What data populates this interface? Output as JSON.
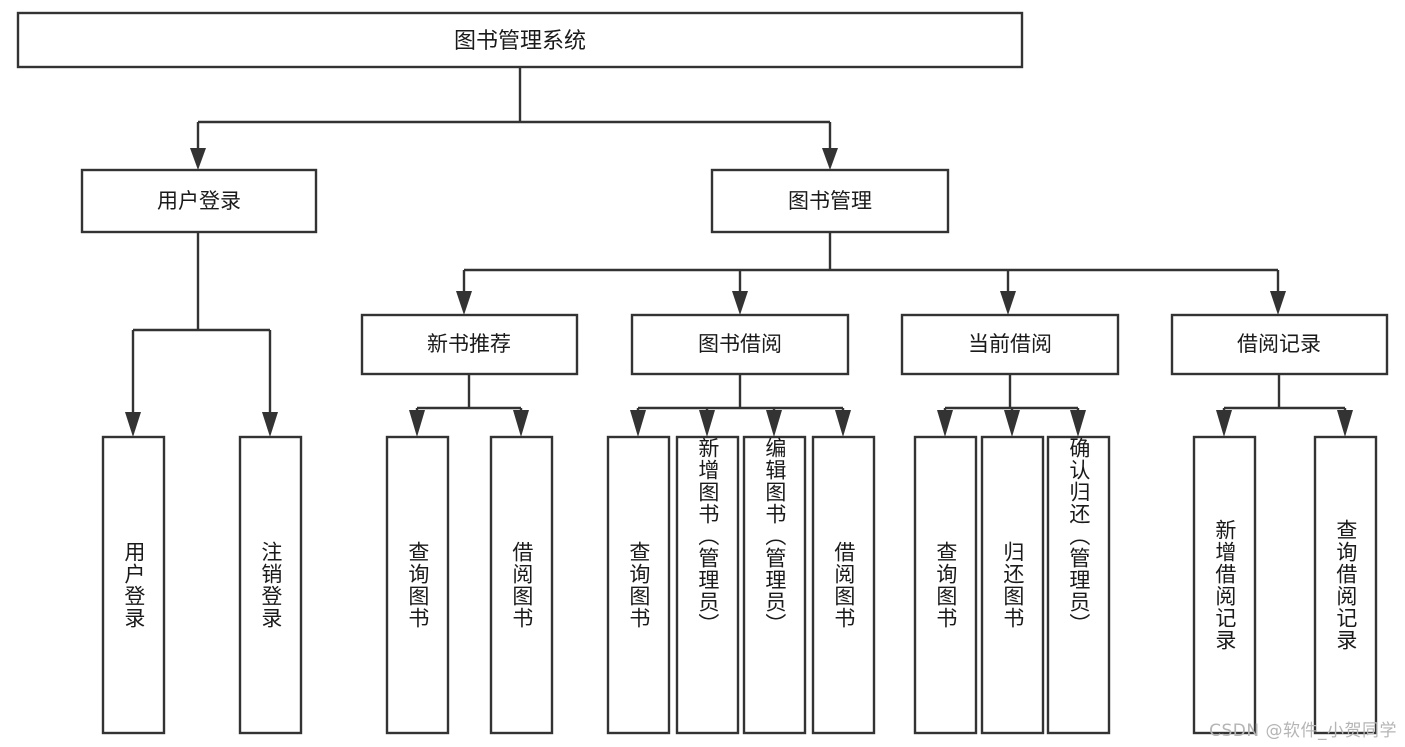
{
  "diagram": {
    "title": "图书管理系统",
    "type": "tree-hierarchy-chart",
    "background_color": "#ffffff",
    "line_color": "#333333",
    "text_color": "#1a1a1a"
  },
  "watermark": {
    "text": "CSDN @软件_小贺同学",
    "color": "#b5b5b5"
  },
  "nodes": {
    "root": {
      "label": "图书管理系统",
      "level": 0
    },
    "level1": [
      {
        "id": "user-login",
        "label": "用户登录"
      },
      {
        "id": "book-manage",
        "label": "图书管理"
      }
    ],
    "level2": [
      {
        "id": "new-book-recommend",
        "label": "新书推荐",
        "parent": "book-manage"
      },
      {
        "id": "book-borrow",
        "label": "图书借阅",
        "parent": "book-manage"
      },
      {
        "id": "current-borrow",
        "label": "当前借阅",
        "parent": "book-manage"
      },
      {
        "id": "borrow-record",
        "label": "借阅记录",
        "parent": "book-manage"
      }
    ],
    "leaves": [
      {
        "id": "leaf-user-login",
        "label": "用户登录",
        "parent": "user-login"
      },
      {
        "id": "leaf-user-logout",
        "label": "注销登录",
        "parent": "user-login"
      },
      {
        "id": "leaf-query-book-1",
        "label": "查询图书",
        "parent": "new-book-recommend"
      },
      {
        "id": "leaf-borrow-book-1",
        "label": "借阅图书",
        "parent": "new-book-recommend"
      },
      {
        "id": "leaf-query-book-2",
        "label": "查询图书",
        "parent": "book-borrow"
      },
      {
        "id": "leaf-add-book",
        "label": "新增图书（管理员）",
        "parent": "book-borrow"
      },
      {
        "id": "leaf-edit-book",
        "label": "编辑图书（管理员）",
        "parent": "book-borrow"
      },
      {
        "id": "leaf-borrow-book-2",
        "label": "借阅图书",
        "parent": "book-borrow"
      },
      {
        "id": "leaf-query-book-3",
        "label": "查询图书",
        "parent": "current-borrow"
      },
      {
        "id": "leaf-return-book",
        "label": "归还图书",
        "parent": "current-borrow"
      },
      {
        "id": "leaf-confirm-return",
        "label": "确认归还（管理员）",
        "parent": "current-borrow"
      },
      {
        "id": "leaf-add-record",
        "label": "新增借阅记录",
        "parent": "borrow-record"
      },
      {
        "id": "leaf-query-record",
        "label": "查询借阅记录",
        "parent": "borrow-record"
      }
    ]
  }
}
